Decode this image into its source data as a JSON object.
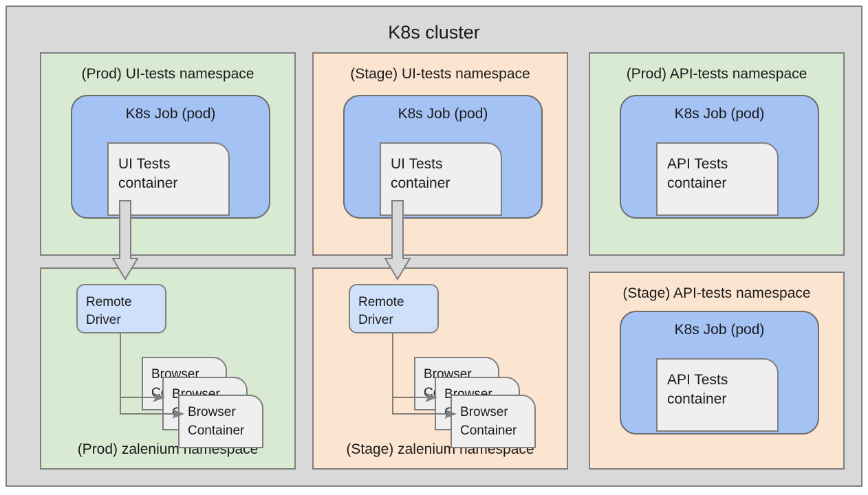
{
  "cluster": {
    "title": "K8s cluster",
    "frame_color": "#d9d9d9",
    "border_color": "#7f7f7f"
  },
  "palette": {
    "prod_namespace": "#d9ead3",
    "stage_namespace": "#fce5d0",
    "pod": "#a4c2f4",
    "container": "#efefef",
    "remote_driver": "#cfe0fb",
    "connector": "#7f7f7f"
  },
  "namespaces": [
    {
      "id": "prod-ui-tests",
      "title": "(Prod) UI-tests namespace",
      "env": "Prod",
      "pod": {
        "title": "K8s Job (pod)",
        "container": "UI Tests\ncontainer"
      }
    },
    {
      "id": "stage-ui-tests",
      "title": "(Stage) UI-tests namespace",
      "env": "Stage",
      "pod": {
        "title": "K8s Job (pod)",
        "container": "UI Tests\ncontainer"
      }
    },
    {
      "id": "prod-api-tests",
      "title": "(Prod) API-tests namespace",
      "env": "Prod",
      "pod": {
        "title": "K8s Job (pod)",
        "container": "API Tests\ncontainer"
      }
    },
    {
      "id": "prod-zalenium",
      "title": "(Prod) zalenium namespace",
      "env": "Prod",
      "driver": "Remote\nDriver",
      "browsers": [
        "Browser\nContainer",
        "Browser\nContainer",
        "Browser\nContainer"
      ]
    },
    {
      "id": "stage-zalenium",
      "title": "(Stage) zalenium namespace",
      "env": "Stage",
      "driver": "Remote\nDriver",
      "browsers": [
        "Browser\nContainer",
        "Browser\nContainer",
        "Browser\nContainer"
      ]
    },
    {
      "id": "stage-api-tests",
      "title": "(Stage) API-tests namespace",
      "env": "Stage",
      "pod": {
        "title": "K8s Job (pod)",
        "container": "API Tests\ncontainer"
      }
    }
  ]
}
